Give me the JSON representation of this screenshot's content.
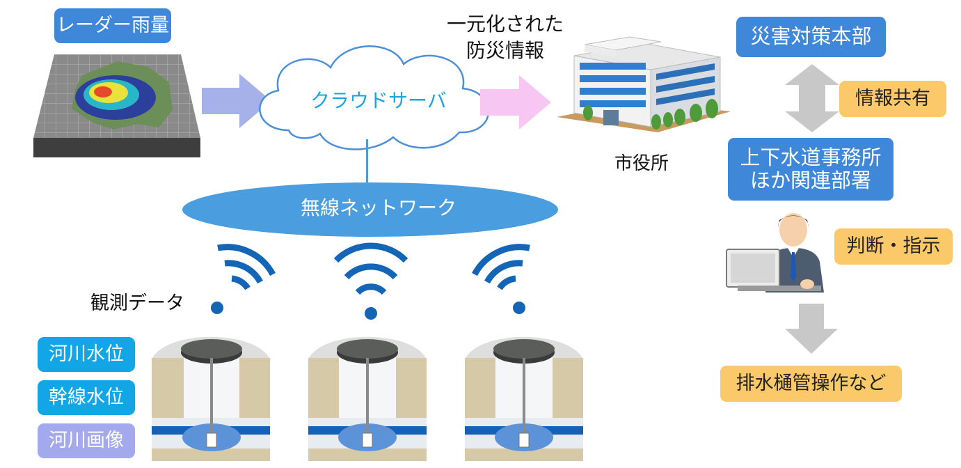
{
  "radar": {
    "label": "レーダー雨量"
  },
  "cloud": {
    "label": "クラウドサーバ"
  },
  "unified": {
    "line1": "一元化された",
    "line2": "防災情報"
  },
  "city_hall": {
    "label": "市役所"
  },
  "hq": {
    "label": "災害対策本部"
  },
  "share": {
    "label": "情報共有"
  },
  "waterworks": {
    "line1": "上下水道事務所",
    "line2": "ほか関連部署"
  },
  "judge": {
    "label": "判断・指示"
  },
  "operate": {
    "label": "排水樋管操作など"
  },
  "network": {
    "label": "無線ネットワーク"
  },
  "observation": {
    "label": "観測データ"
  },
  "data_types": [
    {
      "label": "河川水位",
      "color": "#13a6e6"
    },
    {
      "label": "幹線水位",
      "color": "#13a6e6"
    },
    {
      "label": "河川画像",
      "color": "#a3a9ec"
    }
  ],
  "colors": {
    "node_blue": "#3f87d9",
    "note_gold": "#fcc96a",
    "network_oval": "#4a9ee0",
    "wave_blue": "#1465b5",
    "arrow_lavender": "#a6b1ea",
    "arrow_pink": "#f8c6f2",
    "arrow_gray": "#c8c8c8"
  }
}
